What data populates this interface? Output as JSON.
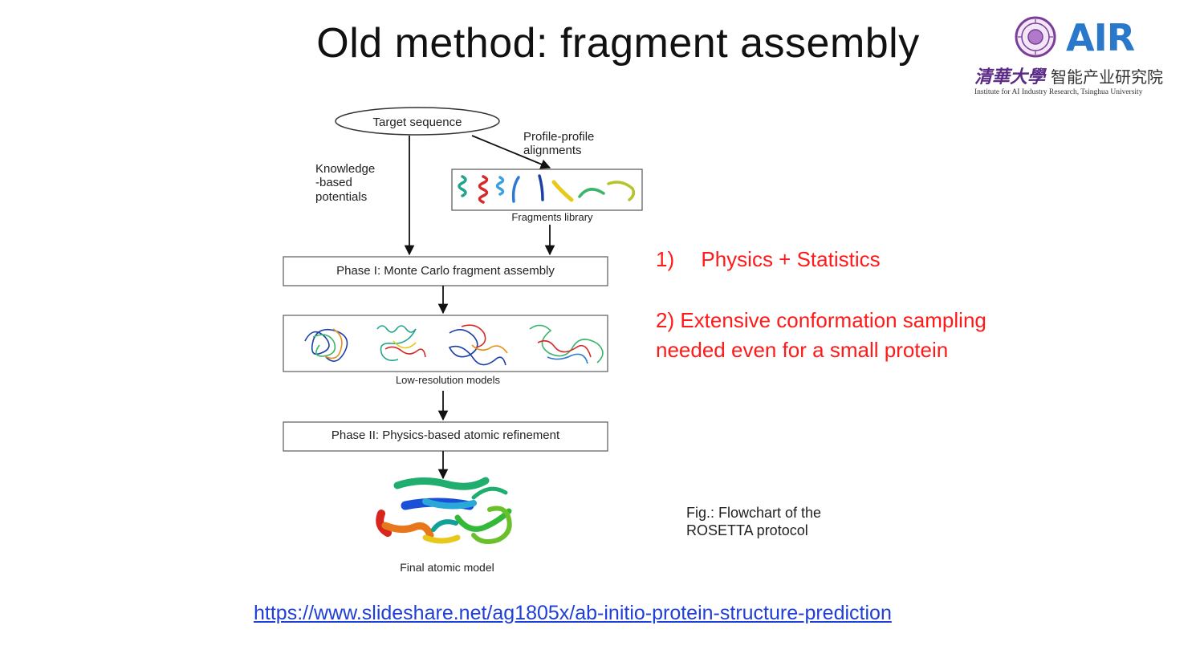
{
  "slide": {
    "title": "Old method: fragment assembly",
    "logo": {
      "brand": "AIR",
      "cn_calligraphy": "清華大學",
      "cn_institute": "智能产业研究院",
      "en_institute": "Institute for AI Industry Research, Tsinghua University"
    },
    "flowchart": {
      "target": "Target sequence",
      "profile_line1": "Profile-profile",
      "profile_line2": "alignments",
      "knowledge_line1": "Knowledge",
      "knowledge_line2": "-based",
      "knowledge_line3": "potentials",
      "fragments_label": "Fragments library",
      "phase1": "Phase I: Monte Carlo fragment assembly",
      "lowres_label": "Low-resolution models",
      "phase2": "Phase II: Physics-based atomic refinement",
      "final_label": "Final atomic model"
    },
    "notes": {
      "point1_num": "1)",
      "point1_text": "Physics + Statistics",
      "point2_line1": "2) Extensive conformation sampling",
      "point2_line2": "needed even for a small protein"
    },
    "caption_line1": "Fig.: Flowchart of the",
    "caption_line2": "ROSETTA protocol",
    "link": "https://www.slideshare.net/ag1805x/ab-initio-protein-structure-prediction",
    "colors": {
      "title": "#111111",
      "note_red": "#ff1a1a",
      "link_blue": "#1f3fd6",
      "logo_blue": "#2a78c9",
      "logo_purple": "#5b2a86"
    }
  }
}
